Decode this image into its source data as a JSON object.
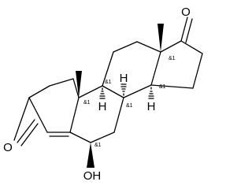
{
  "atoms": {
    "ketone_o17": "O",
    "ketone_o3": "O",
    "hydroxyl": "OH",
    "h_c9": "H",
    "h_c8": "H",
    "h_c14": "H"
  },
  "stereo_labels": {
    "c13": "&1",
    "c10": "&1",
    "c9": "&1",
    "c8": "&1",
    "c14": "&1",
    "c6": "&1"
  },
  "colors": {
    "bond": "#000000",
    "background": "#ffffff"
  }
}
